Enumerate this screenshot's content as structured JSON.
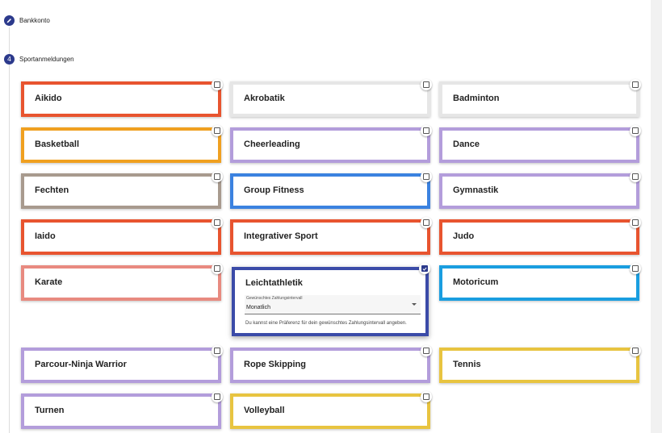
{
  "steps": [
    {
      "badge": "",
      "label": "Bankkonto"
    },
    {
      "badge": "4",
      "label": "Sportanmeldungen"
    }
  ],
  "cards": [
    {
      "title": "Aikido",
      "color": "#e8542f",
      "checked": false
    },
    {
      "title": "Akrobatik",
      "color": "#e6e6e6",
      "checked": false
    },
    {
      "title": "Badminton",
      "color": "#e6e6e6",
      "checked": false
    },
    {
      "title": "Basketball",
      "color": "#f0a020",
      "checked": false
    },
    {
      "title": "Cheerleading",
      "color": "#b39ddb",
      "checked": false
    },
    {
      "title": "Dance",
      "color": "#b39ddb",
      "checked": false
    },
    {
      "title": "Fechten",
      "color": "#a89a8e",
      "checked": false
    },
    {
      "title": "Group Fitness",
      "color": "#3b82e0",
      "checked": false
    },
    {
      "title": "Gymnastik",
      "color": "#b39ddb",
      "checked": false
    },
    {
      "title": "Iaido",
      "color": "#e8542f",
      "checked": false
    },
    {
      "title": "Integrativer Sport",
      "color": "#e8542f",
      "checked": false
    },
    {
      "title": "Judo",
      "color": "#e8542f",
      "checked": false
    },
    {
      "title": "Karate",
      "color": "#e88a80",
      "checked": false
    },
    {
      "title": "Leichtathletik",
      "color": "#3b4ba8",
      "checked": true,
      "select_label": "Gewünschtes Zahlungsintervall",
      "select_value": "Monatlich",
      "hint": "Du kannst eine Präferenz für dein gewünschtes Zahlungsintervall angeben."
    },
    {
      "title": "Motoricum",
      "color": "#1a9ee0",
      "checked": false
    },
    {
      "title": "Parcour-Ninja Warrior",
      "color": "#b39ddb",
      "checked": false
    },
    {
      "title": "Rope Skipping",
      "color": "#b39ddb",
      "checked": false
    },
    {
      "title": "Tennis",
      "color": "#e8c440",
      "checked": false
    },
    {
      "title": "Turnen",
      "color": "#b39ddb",
      "checked": false
    },
    {
      "title": "Volleyball",
      "color": "#e8c440",
      "checked": false
    }
  ]
}
